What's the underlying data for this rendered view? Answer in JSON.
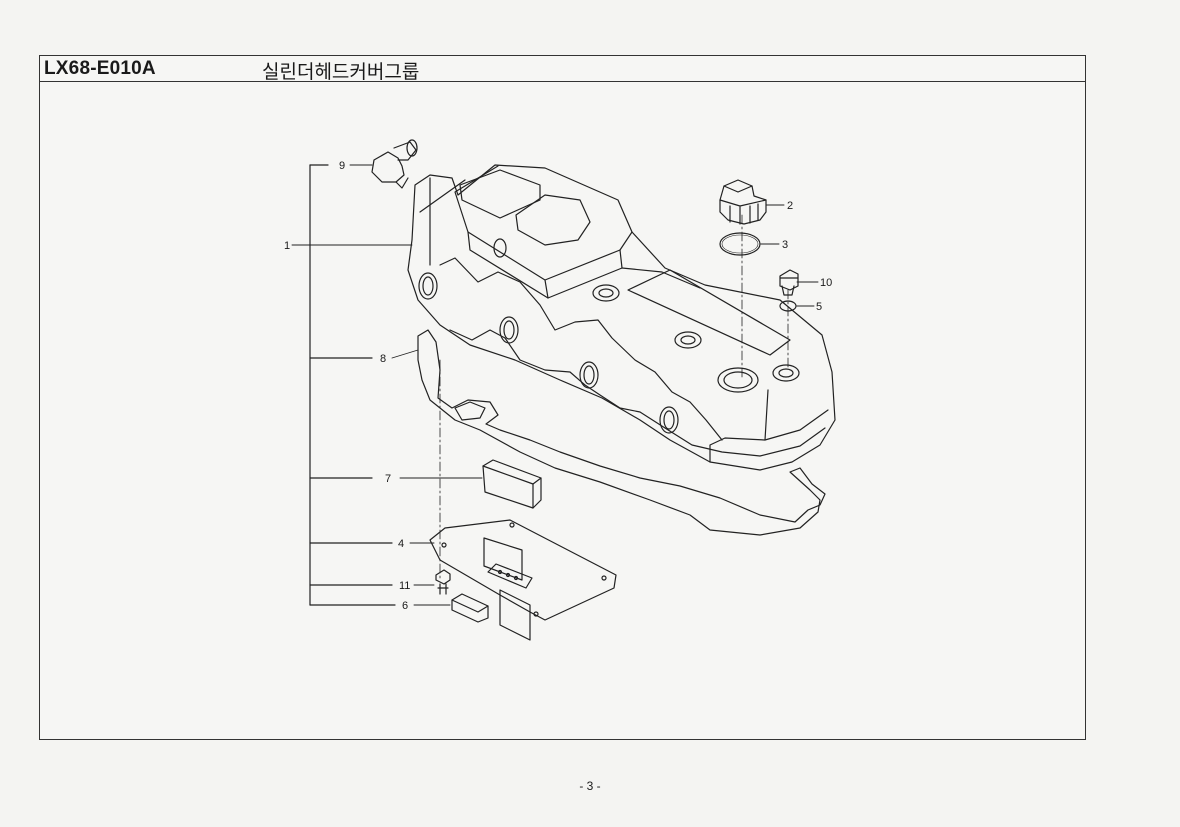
{
  "header": {
    "code": "LX68-E010A",
    "title": "실린더헤드커버그룹"
  },
  "callouts": {
    "c1": "1",
    "c2": "2",
    "c3": "3",
    "c4": "4",
    "c5": "5",
    "c6": "6",
    "c7": "7",
    "c8": "8",
    "c9": "9",
    "c10": "10",
    "c11": "11"
  },
  "footer": {
    "page": "- 3 -"
  }
}
